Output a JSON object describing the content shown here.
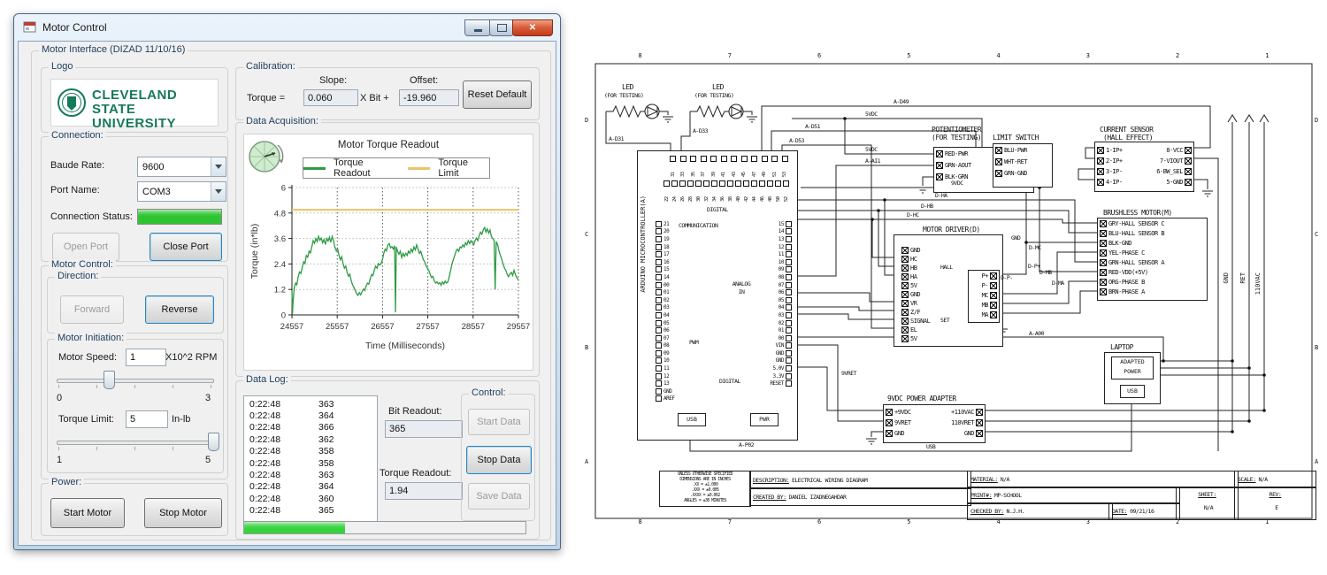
{
  "colors": {
    "brand_green": "#157a57",
    "status_green": "#2ec431",
    "progress_green": "#35d23c",
    "close_red": "#c03a1c"
  },
  "window": {
    "title": "Motor Control",
    "main_group": "Motor Interface (DIZAD 11/10/16)",
    "logo": {
      "group": "Logo",
      "line1": "CLEVELAND STATE",
      "line2": "UNIVERSITY"
    },
    "connection": {
      "group": "Connection:",
      "baud_label": "Baude Rate:",
      "baud_value": "9600",
      "port_label": "Port Name:",
      "port_value": "COM3",
      "status_label": "Connection Status:",
      "open_btn": "Open Port",
      "close_btn": "Close Port"
    },
    "motor_control": {
      "group": "Motor Control:",
      "direction_group": "Direction:",
      "forward_btn": "Forward",
      "reverse_btn": "Reverse",
      "initiation_group": "Motor Initiation:",
      "speed_label": "Motor Speed:",
      "speed_value": "1",
      "speed_unit": "X10^2 RPM",
      "speed_min": "0",
      "speed_max": "3",
      "speed_percent": 33,
      "torque_label": "Torque Limit:",
      "torque_value": "5",
      "torque_unit": "In-lb",
      "torque_min": "1",
      "torque_max": "5",
      "torque_percent": 98
    },
    "power": {
      "group": "Power:",
      "start_btn": "Start Motor",
      "stop_btn": "Stop Motor"
    },
    "calibration": {
      "group": "Calibration:",
      "slope_label": "Slope:",
      "offset_label": "Offset:",
      "torque_eq": "Torque =",
      "slope_value": "0.060",
      "xbit": "X Bit +",
      "offset_value": "-19.960",
      "reset_btn": "Reset Default"
    },
    "data_acquisition": {
      "group": "Data Acquisition:"
    },
    "data_log": {
      "group": "Data Log:",
      "rows": [
        {
          "t": "0:22:48",
          "v": "363"
        },
        {
          "t": "0:22:48",
          "v": "364"
        },
        {
          "t": "0:22:48",
          "v": "366"
        },
        {
          "t": "0:22:48",
          "v": "362"
        },
        {
          "t": "0:22:48",
          "v": "358"
        },
        {
          "t": "0:22:48",
          "v": "358"
        },
        {
          "t": "0:22:48",
          "v": "363"
        },
        {
          "t": "0:22:48",
          "v": "364"
        },
        {
          "t": "0:22:48",
          "v": "360"
        },
        {
          "t": "0:22:48",
          "v": "365"
        }
      ],
      "bit_label": "Bit Readout:",
      "bit_value": "365",
      "torque_label": "Torque Readout:",
      "torque_value": "1.94",
      "control_group": "Control:",
      "start_btn": "Start Data",
      "stop_btn": "Stop Data",
      "save_btn": "Save Data",
      "progress_percent": 36
    }
  },
  "chart_data": {
    "type": "line",
    "title": "Motor Torque Readout",
    "xlabel": "Time (Milliseconds)",
    "ylabel": "Torque (in*lb)",
    "xlim": [
      24557,
      29557
    ],
    "ylim": [
      0,
      6
    ],
    "xticks": [
      24557,
      25557,
      26557,
      27557,
      28557,
      29557
    ],
    "yticks": [
      0,
      1.2,
      2.4,
      3.6,
      4.8,
      6
    ],
    "legend": [
      "Torque Readout",
      "Torque Limit"
    ],
    "legend_position": "top",
    "grid": true,
    "colors": {
      "readout": "#2e9b44",
      "limit": "#eec36a"
    },
    "torque_limit_value": 4.95,
    "series": [
      {
        "name": "Torque Readout",
        "points": [
          [
            24557,
            1.15
          ],
          [
            24568,
            0.05
          ],
          [
            24585,
            0.7
          ],
          [
            24610,
            1.3
          ],
          [
            24640,
            1.5
          ],
          [
            24665,
            1.42
          ],
          [
            24695,
            1.8
          ],
          [
            24725,
            2.02
          ],
          [
            24755,
            1.95
          ],
          [
            24785,
            2.25
          ],
          [
            24815,
            2.5
          ],
          [
            24845,
            2.42
          ],
          [
            24875,
            2.8
          ],
          [
            24905,
            2.72
          ],
          [
            24935,
            3.0
          ],
          [
            24965,
            2.92
          ],
          [
            24995,
            3.2
          ],
          [
            25025,
            3.5
          ],
          [
            25055,
            3.38
          ],
          [
            25085,
            3.6
          ],
          [
            25115,
            3.45
          ],
          [
            25145,
            3.7
          ],
          [
            25175,
            3.52
          ],
          [
            25205,
            3.62
          ],
          [
            25235,
            3.4
          ],
          [
            25265,
            3.56
          ],
          [
            25295,
            3.32
          ],
          [
            25325,
            3.6
          ],
          [
            25355,
            3.48
          ],
          [
            25385,
            3.66
          ],
          [
            25415,
            3.42
          ],
          [
            25445,
            3.7
          ],
          [
            25475,
            3.5
          ],
          [
            25505,
            3.2
          ],
          [
            25535,
            3.02
          ],
          [
            25565,
            3.12
          ],
          [
            25595,
            2.82
          ],
          [
            25625,
            2.6
          ],
          [
            25655,
            2.74
          ],
          [
            25685,
            2.42
          ],
          [
            25715,
            2.2
          ],
          [
            25745,
            2.3
          ],
          [
            25775,
            2.0
          ],
          [
            25805,
            1.82
          ],
          [
            25835,
            1.92
          ],
          [
            25865,
            1.62
          ],
          [
            25895,
            1.42
          ],
          [
            25925,
            1.3
          ],
          [
            25955,
            1.15
          ],
          [
            25985,
            1.0
          ],
          [
            26015,
            0.92
          ],
          [
            26045,
            1.05
          ],
          [
            26075,
            0.95
          ],
          [
            26105,
            1.1
          ],
          [
            26135,
            1.22
          ],
          [
            26165,
            1.15
          ],
          [
            26195,
            1.36
          ],
          [
            26225,
            1.5
          ],
          [
            26255,
            1.45
          ],
          [
            26285,
            1.7
          ],
          [
            26315,
            1.9
          ],
          [
            26345,
            1.85
          ],
          [
            26375,
            2.1
          ],
          [
            26405,
            2.3
          ],
          [
            26435,
            2.2
          ],
          [
            26465,
            2.42
          ],
          [
            26495,
            2.35
          ],
          [
            26525,
            2.42
          ],
          [
            26555,
            2.6
          ],
          [
            26585,
            2.9
          ],
          [
            26615,
            3.1
          ],
          [
            26645,
            3.02
          ],
          [
            26675,
            3.3
          ],
          [
            26705,
            3.36
          ],
          [
            26735,
            3.16
          ],
          [
            26765,
            3.22
          ],
          [
            26795,
            3.1
          ],
          [
            26825,
            3.26
          ],
          [
            26843,
            0.12
          ],
          [
            26861,
            3.2
          ],
          [
            26890,
            3.0
          ],
          [
            26920,
            2.86
          ],
          [
            26950,
            3.0
          ],
          [
            26980,
            2.7
          ],
          [
            27010,
            2.9
          ],
          [
            27040,
            2.76
          ],
          [
            27070,
            2.9
          ],
          [
            27100,
            2.8
          ],
          [
            27130,
            3.0
          ],
          [
            27160,
            2.9
          ],
          [
            27190,
            3.1
          ],
          [
            27220,
            2.96
          ],
          [
            27250,
            3.2
          ],
          [
            27280,
            3.06
          ],
          [
            27310,
            3.3
          ],
          [
            27340,
            3.1
          ],
          [
            27370,
            2.9
          ],
          [
            27400,
            3.0
          ],
          [
            27430,
            2.8
          ],
          [
            27460,
            2.6
          ],
          [
            27490,
            2.5
          ],
          [
            27520,
            2.3
          ],
          [
            27550,
            2.2
          ],
          [
            27580,
            2.1
          ],
          [
            27610,
            1.9
          ],
          [
            27640,
            1.76
          ],
          [
            27670,
            1.82
          ],
          [
            27700,
            1.6
          ],
          [
            27730,
            1.5
          ],
          [
            27760,
            1.56
          ],
          [
            27790,
            1.46
          ],
          [
            27820,
            1.52
          ],
          [
            27850,
            1.4
          ],
          [
            27880,
            1.56
          ],
          [
            27910,
            1.46
          ],
          [
            27940,
            1.6
          ],
          [
            27970,
            1.5
          ],
          [
            28000,
            1.56
          ],
          [
            28030,
            1.8
          ],
          [
            28060,
            2.1
          ],
          [
            28090,
            2.4
          ],
          [
            28120,
            2.6
          ],
          [
            28150,
            2.8
          ],
          [
            28180,
            3.0
          ],
          [
            28210,
            3.1
          ],
          [
            28240,
            3.0
          ],
          [
            28270,
            3.2
          ],
          [
            28300,
            3.16
          ],
          [
            28330,
            3.3
          ],
          [
            28360,
            3.2
          ],
          [
            28390,
            3.4
          ],
          [
            28420,
            3.3
          ],
          [
            28450,
            3.5
          ],
          [
            28480,
            3.36
          ],
          [
            28510,
            3.5
          ],
          [
            28540,
            3.4
          ],
          [
            28570,
            3.3
          ],
          [
            28600,
            3.5
          ],
          [
            28630,
            3.62
          ],
          [
            28660,
            3.5
          ],
          [
            28690,
            3.72
          ],
          [
            28720,
            3.9
          ],
          [
            28750,
            3.8
          ],
          [
            28780,
            4.0
          ],
          [
            28810,
            4.12
          ],
          [
            28840,
            3.9
          ],
          [
            28870,
            4.06
          ],
          [
            28900,
            3.86
          ],
          [
            28930,
            4.0
          ],
          [
            28960,
            3.7
          ],
          [
            28990,
            3.6
          ],
          [
            29020,
            3.5
          ],
          [
            29043,
            1.2
          ],
          [
            29066,
            3.45
          ],
          [
            29100,
            3.3
          ],
          [
            29130,
            3.0
          ],
          [
            29160,
            2.8
          ],
          [
            29190,
            2.6
          ],
          [
            29220,
            2.4
          ],
          [
            29250,
            2.2
          ],
          [
            29280,
            2.1
          ],
          [
            29310,
            1.9
          ],
          [
            29340,
            1.8
          ],
          [
            29370,
            1.92
          ],
          [
            29400,
            2.0
          ],
          [
            29430,
            1.86
          ],
          [
            29460,
            2.1
          ],
          [
            29490,
            1.9
          ],
          [
            29520,
            1.76
          ],
          [
            29557,
            1.65
          ]
        ]
      },
      {
        "name": "Torque Limit",
        "constant": 4.95
      }
    ]
  },
  "schematic": {
    "border_cols": [
      "8",
      "7",
      "6",
      "5",
      "4",
      "3",
      "2",
      "1"
    ],
    "border_rows": [
      "D",
      "C",
      "B",
      "A"
    ],
    "led1": {
      "l1": "LED",
      "l2": "(FOR TESTING)"
    },
    "led2": {
      "l1": "LED",
      "l2": "(FOR TESTING)"
    },
    "arduino": {
      "side": "ARDUINO MICROCONTROLLER(A)",
      "hdr_odd": [
        "31",
        "33",
        "35",
        "37",
        "39",
        "41",
        "43",
        "45",
        "47",
        "49",
        "51",
        "53"
      ],
      "hdr_even": [
        "22",
        "24",
        "26",
        "28",
        "30",
        "32",
        "34",
        "36",
        "38",
        "40",
        "42",
        "44",
        "46",
        "48",
        "50",
        "52"
      ],
      "digital_top": "DIGITAL",
      "left_pins": [
        "21",
        "20",
        "19",
        "18",
        "17",
        "16",
        "15",
        "14",
        "00",
        "01",
        "02",
        "03",
        "04",
        "05",
        "06",
        "07",
        "08",
        "09",
        "10",
        "11",
        "12",
        "13",
        "GND",
        "AREF"
      ],
      "right_pins": [
        "15",
        "14",
        "13",
        "12",
        "11",
        "10",
        "09",
        "08",
        "07",
        "06",
        "05",
        "04",
        "03",
        "02",
        "01",
        "00",
        "VIN",
        "GND",
        "GND",
        "5.0V",
        "3.3V",
        "RESET"
      ],
      "comm": "COMMUNICATION",
      "pwm": "PWM",
      "analog1": "ANALOG",
      "analog2": "IN",
      "digital_bottom": "DIGITAL",
      "usb": "USB",
      "pwr": "PWR"
    },
    "pot": {
      "t1": "POTENTIOMETER",
      "t2": "(FOR TESTING)",
      "pins": [
        "RED-PWR",
        "GRN-AOUT",
        "BLK-GRN"
      ]
    },
    "limit": {
      "t": "LIMIT SWITCH",
      "pins": [
        "BLU-PWR",
        "WHT-RET",
        "GRN-GND"
      ]
    },
    "sensor": {
      "t1": "CURRENT SENSOR",
      "t2": "(HALL EFFECT)",
      "left": [
        "1-IP+",
        "2-IP+",
        "3-IP-",
        "4-IP-"
      ],
      "right": [
        "8-VCC",
        "7-VIOUT",
        "6-BW_SEL",
        "5-GND"
      ]
    },
    "motor": {
      "t": "BRUSHLESS MOTOR(M)",
      "pins": [
        "GRY-HALL SENSOR C",
        "BLU-HALL SENSOR B",
        "BLK-GND",
        "YEL-PHASE C",
        "GRN-HALL SENSOR A",
        "RED-VDD(+5V)",
        "ORG-PHASE B",
        "BRN-PHASE A"
      ]
    },
    "driver": {
      "t": "MOTOR DRIVER(D)",
      "hall": "HALL",
      "set": "SET",
      "hall_pins": [
        "GND",
        "HC",
        "HB",
        "HA",
        "5V"
      ],
      "set_pins": [
        "GND",
        "VR",
        "Z/F",
        "SIGNAL",
        "EL",
        "5V"
      ],
      "out": [
        "P+",
        "P-",
        "MC",
        "MB",
        "MA"
      ]
    },
    "adapter": {
      "t": "9VDC POWER ADAPTER",
      "left": [
        "+9VDC",
        "9VRET",
        "GND"
      ],
      "right": [
        "+110VAC",
        "110VRET",
        "GND"
      ],
      "usb": "USB"
    },
    "laptop": {
      "t": "LAPTOP",
      "p1": "ADAPTED",
      "p2": "POWER",
      "usb": "USB"
    },
    "bus": [
      "GND",
      "RET",
      "110VAC"
    ],
    "wire_labels": [
      "A-D49",
      "5VDC",
      "A-D51",
      "A-D53",
      "5VDC",
      "A-AI1",
      "9VDC",
      "D-HA",
      "D-HB",
      "D-HC",
      "GND",
      "D-MC",
      "D-P+",
      "D-P-",
      "D-MB",
      "D-MA",
      "A-A00",
      "9VRET",
      "USB",
      "A-P02",
      "A-D31",
      "A-D33"
    ],
    "titleblock": {
      "tol": [
        "UNLESS OTHERWISE SPECIFIED",
        "DIMENSIONS ARE IN INCHES",
        ".XX = ±1.000",
        ".XXX = ±0.005",
        ".XXXX = ±0.002",
        "ANGLES = ±30 MINUTES"
      ],
      "desc_l": "DESCRIPTION:",
      "desc": "ELECTRICAL WIRING DIAGRAM",
      "created_l": "CREATED BY:",
      "created": "DANIEL IZADNEGAHDAR",
      "material_l": "MATERIAL:",
      "material": "N/A",
      "print_l": "PRINT#:",
      "print": "MP-SCHOOL",
      "checked_l": "CHECKED BY:",
      "checked": "N.J.H.",
      "date_l": "DATE:",
      "date": "09/21/16",
      "scale_l": "SCALE:",
      "scale": "N/A",
      "sheet_l": "SHEET:",
      "sheet": "N/A",
      "rev_l": "REV:",
      "rev": "E"
    }
  }
}
